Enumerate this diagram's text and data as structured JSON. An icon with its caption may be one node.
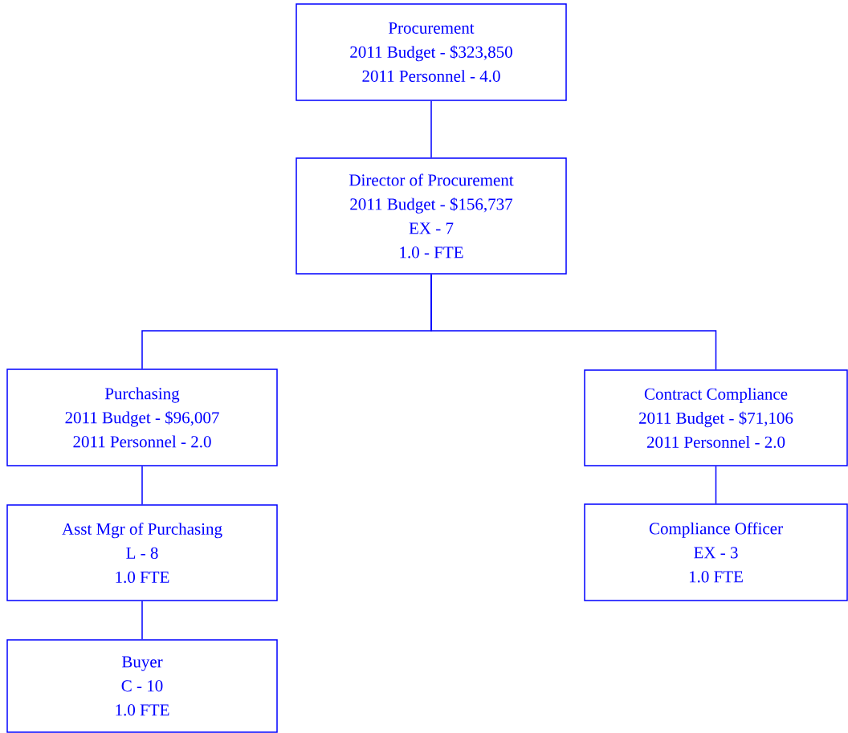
{
  "diagram": {
    "nodes": [
      {
        "text": [
          "Procurement",
          "2011 Budget - $323,850",
          "2011 Personnel - 4.0"
        ]
      },
      {
        "text": [
          "Director of Procurement",
          "2011 Budget - $156,737",
          "EX - 7",
          "1.0 - FTE"
        ]
      },
      {
        "text": [
          "Purchasing",
          "2011 Budget - $96,007",
          "2011 Personnel - 2.0"
        ]
      },
      {
        "text": [
          "Contract Compliance",
          "2011 Budget - $71,106",
          "2011 Personnel - 2.0"
        ]
      },
      {
        "text": [
          "Asst Mgr of Purchasing",
          "L - 8",
          "1.0 FTE"
        ]
      },
      {
        "text": [
          "Compliance Officer",
          "EX - 3",
          "1.0 FTE"
        ]
      },
      {
        "text": [
          "Buyer",
          "C - 10",
          "1.0 FTE"
        ]
      }
    ],
    "edges": [
      {
        "from": 0,
        "to": 1,
        "arrow": "none"
      },
      {
        "from": 1,
        "to": 2,
        "arrow": "none"
      },
      {
        "from": 1,
        "to": 3,
        "arrow": "none"
      },
      {
        "from": 2,
        "to": 4,
        "arrow": "none"
      },
      {
        "from": 3,
        "to": 5,
        "arrow": "none"
      },
      {
        "from": 4,
        "to": 6,
        "arrow": "none"
      }
    ]
  }
}
